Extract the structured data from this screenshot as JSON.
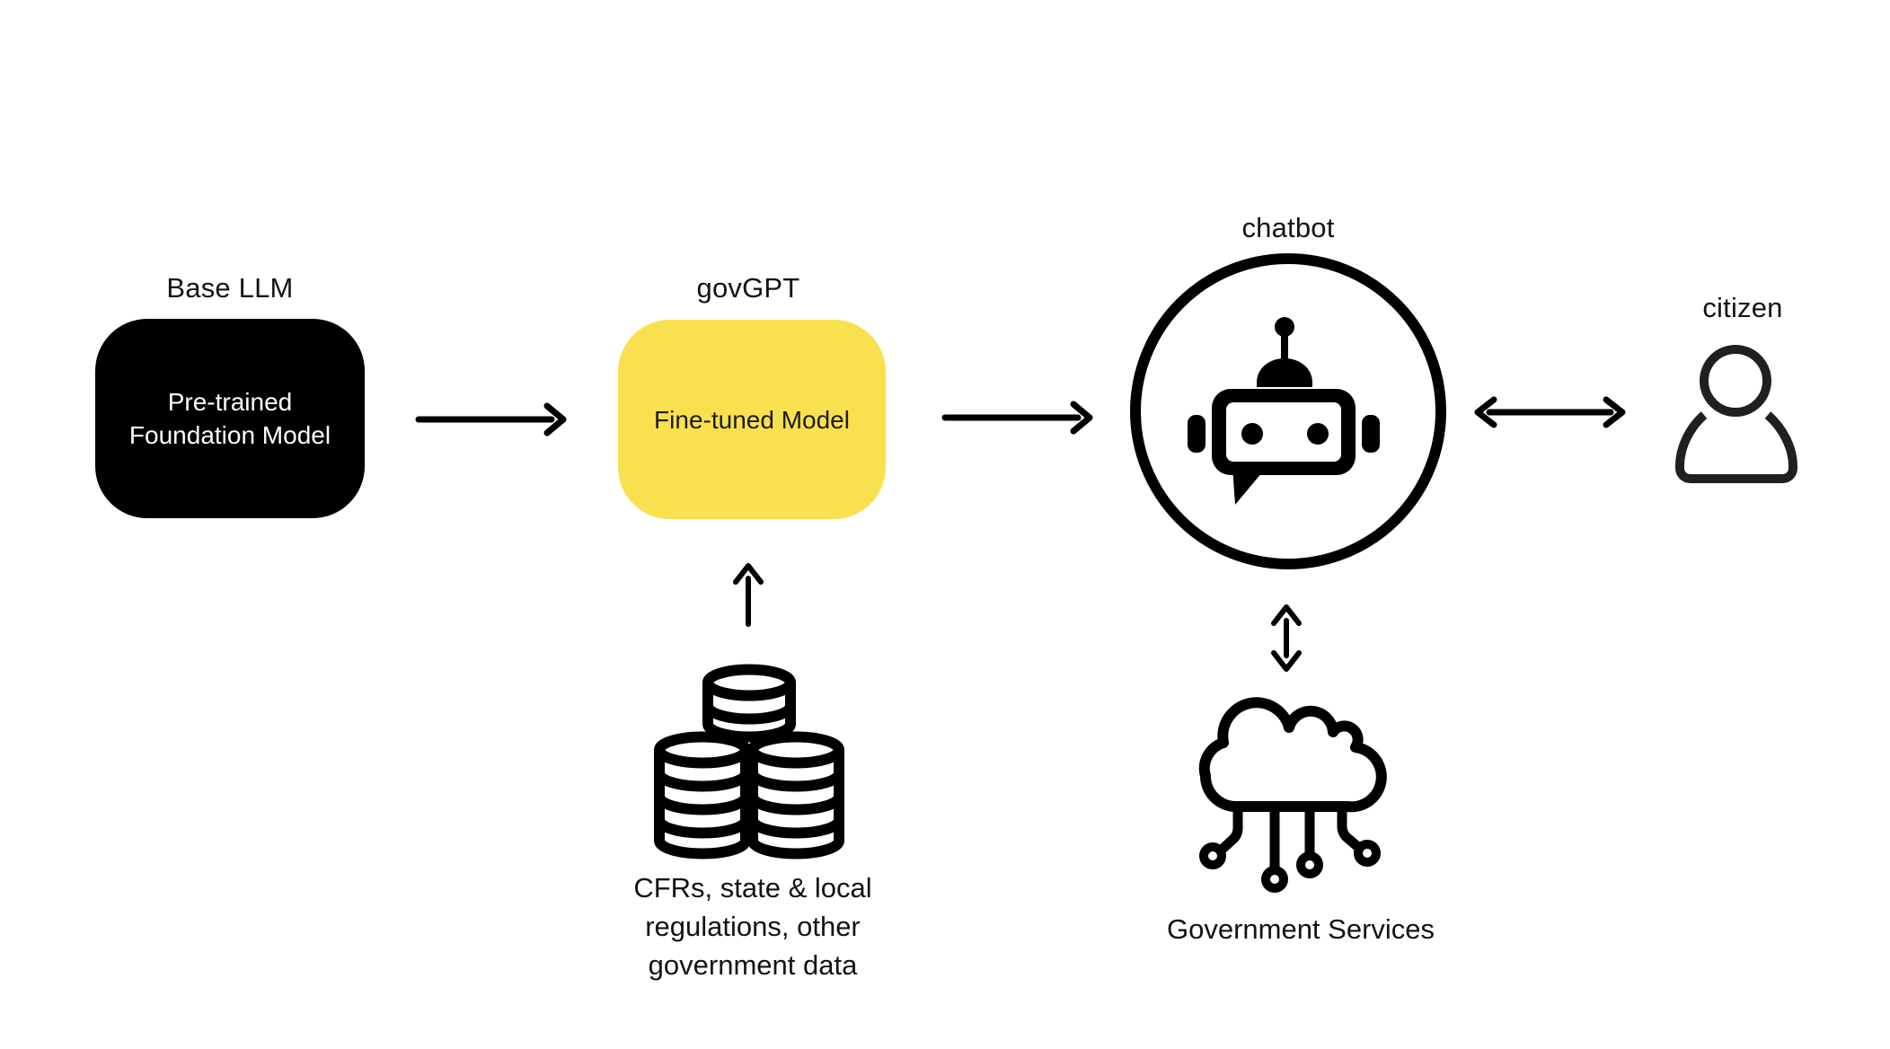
{
  "canvas": {
    "background": "#ffffff"
  },
  "colors": {
    "ink": "#000000",
    "accent_yellow": "#F9E04F",
    "label_text": "#131313",
    "box_text_light": "#ffffff",
    "box_text_dark": "#1c1c1c"
  },
  "nodes": {
    "base_llm": {
      "label": "Base LLM",
      "body": [
        "Pre-trained",
        "Foundation Model"
      ]
    },
    "govgpt": {
      "label": "govGPT",
      "body": "Fine-tuned Model"
    },
    "chatbot": {
      "label": "chatbot",
      "icon": "robot-icon"
    },
    "citizen": {
      "label": "citizen",
      "icon": "person-icon"
    },
    "training_data": {
      "icon": "database-icon",
      "caption": [
        "CFRs, state & local",
        "regulations, other",
        "government data"
      ]
    },
    "government_services": {
      "icon": "cloud-circuit-icon",
      "caption": "Government Services"
    }
  },
  "connections": [
    {
      "from": "base_llm",
      "to": "govgpt",
      "type": "arrow-right"
    },
    {
      "from": "govgpt",
      "to": "chatbot",
      "type": "arrow-right"
    },
    {
      "from": "chatbot",
      "to": "citizen",
      "type": "arrow-bidirectional"
    },
    {
      "from": "training_data",
      "to": "govgpt",
      "type": "arrow-up"
    },
    {
      "from": "chatbot",
      "to": "government_services",
      "type": "arrow-bidirectional-vertical"
    }
  ]
}
